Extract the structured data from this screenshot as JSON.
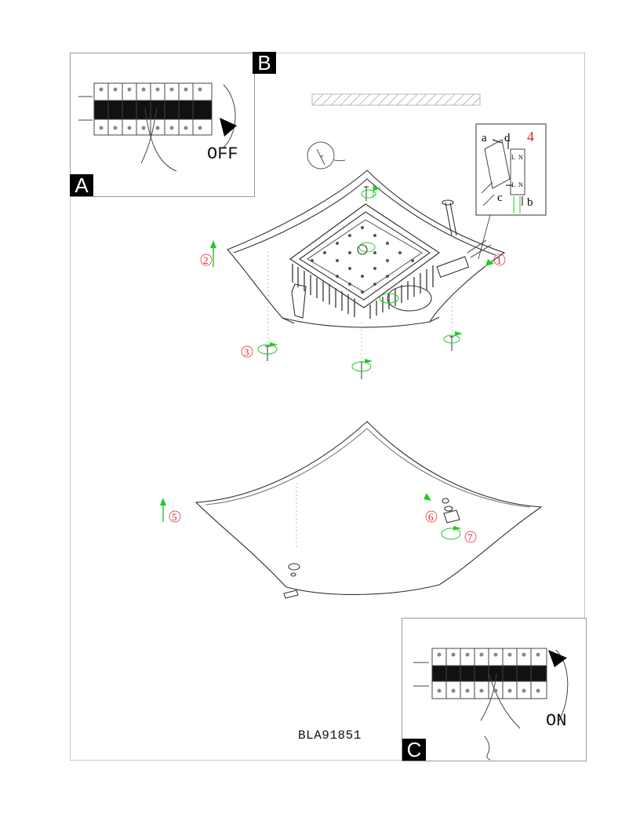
{
  "insets": {
    "off": {
      "letter_top": "B",
      "letter_side": "A",
      "state": "OFF"
    },
    "on": {
      "letter": "C",
      "state": "ON"
    }
  },
  "wiring_detail": {
    "number": "4",
    "labels": [
      "a",
      "d",
      "c",
      "b"
    ],
    "terminals": [
      "L",
      "N",
      "L",
      "N"
    ]
  },
  "steps": [
    "1",
    "2",
    "3",
    "5",
    "6",
    "7"
  ],
  "model_code": "BLA91851",
  "colors": {
    "step_numbers": "#e0202a",
    "arrows": "#22cc22",
    "line": "#333333"
  }
}
